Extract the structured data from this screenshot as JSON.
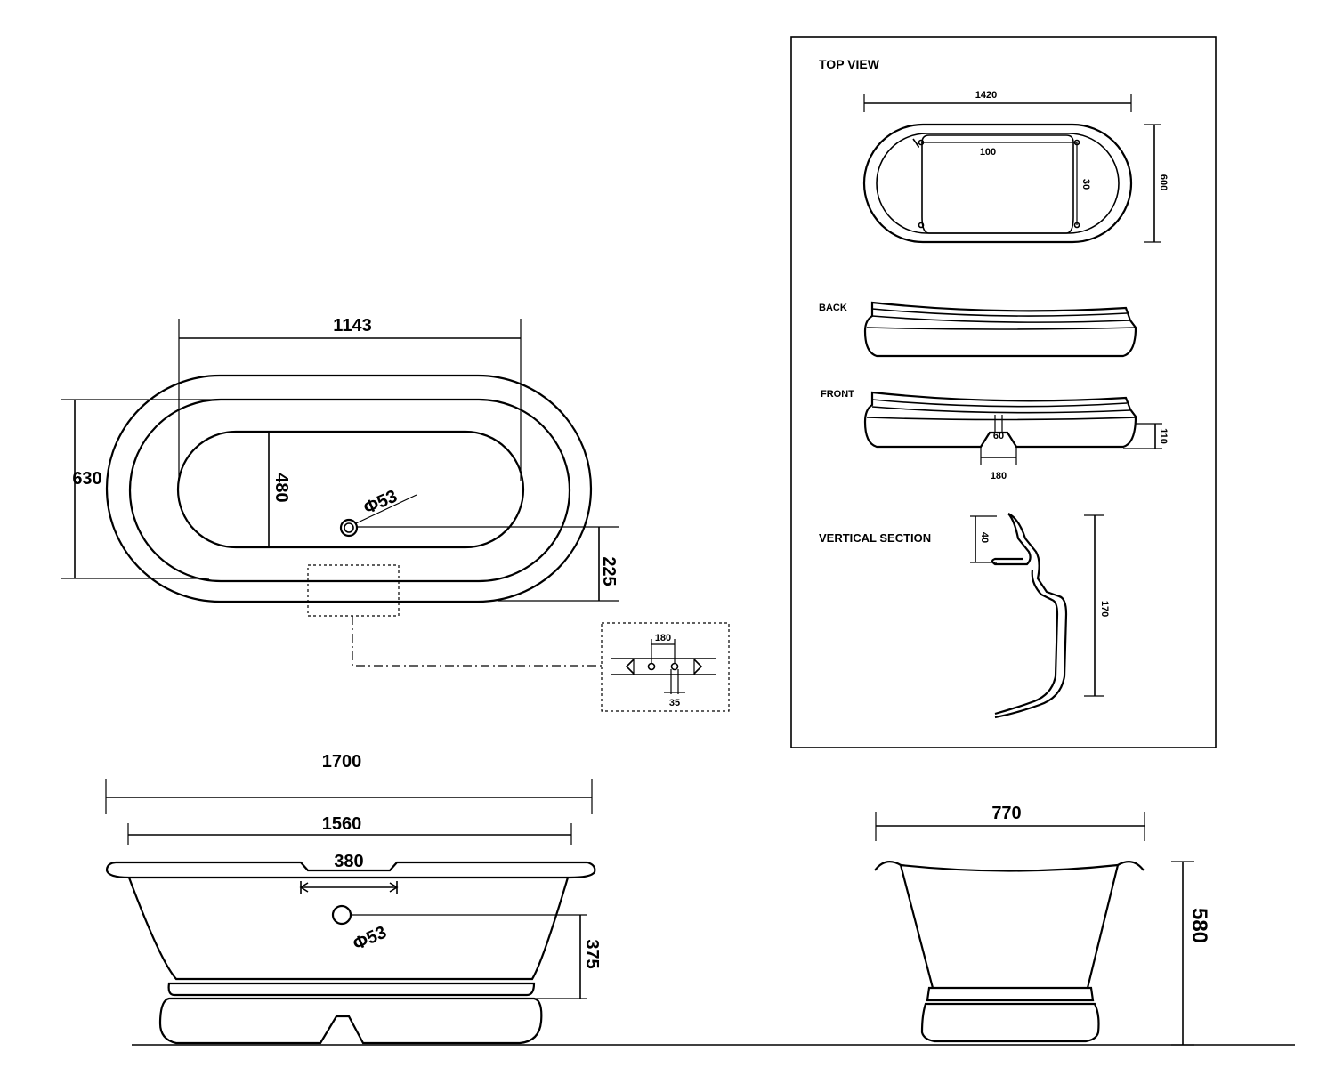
{
  "top_dims": {
    "length_1143": "1143",
    "width_630": "630",
    "inner_480": "480",
    "drain_dia": "Φ53",
    "offset_225": "225"
  },
  "detail_dims": {
    "d180": "180",
    "d35": "35"
  },
  "side_dims": {
    "overall_1700": "1700",
    "rim_1560": "1560",
    "notch_380": "380",
    "drain_dia": "Φ53",
    "height_375": "375"
  },
  "end_dims": {
    "width_770": "770",
    "height_580": "580"
  },
  "pedestal_panel": {
    "top_view_label": "TOP  VIEW",
    "back_label": "BACK",
    "front_label": "FRONT",
    "section_label": "VERTICAL  SECTION",
    "d1420": "1420",
    "d100": "100",
    "d30": "30",
    "d600": "600",
    "d60": "60",
    "d110": "110",
    "d180": "180",
    "d40": "40",
    "d170": "170"
  }
}
